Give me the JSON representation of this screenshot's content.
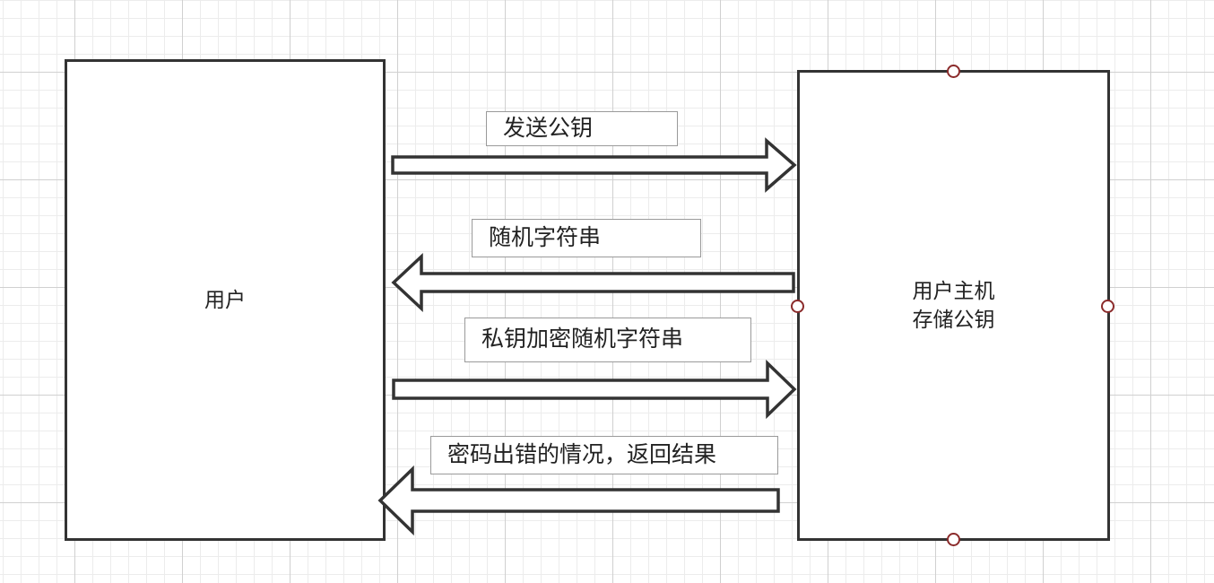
{
  "diagram": {
    "user_node": {
      "label": "用户"
    },
    "host_node": {
      "line1": "用户主机",
      "line2": "存储公钥"
    },
    "messages": [
      {
        "label": "发送公钥",
        "direction": "right"
      },
      {
        "label": "随机字符串",
        "direction": "left"
      },
      {
        "label": "私钥加密随机字符串",
        "direction": "right"
      },
      {
        "label": "密码出错的情况，返回结果",
        "direction": "left"
      }
    ]
  },
  "colors": {
    "stroke": "#333333",
    "handle": "#8b2b2b",
    "label_border": "#9a9a9a",
    "grid": "#d0d0d0"
  }
}
